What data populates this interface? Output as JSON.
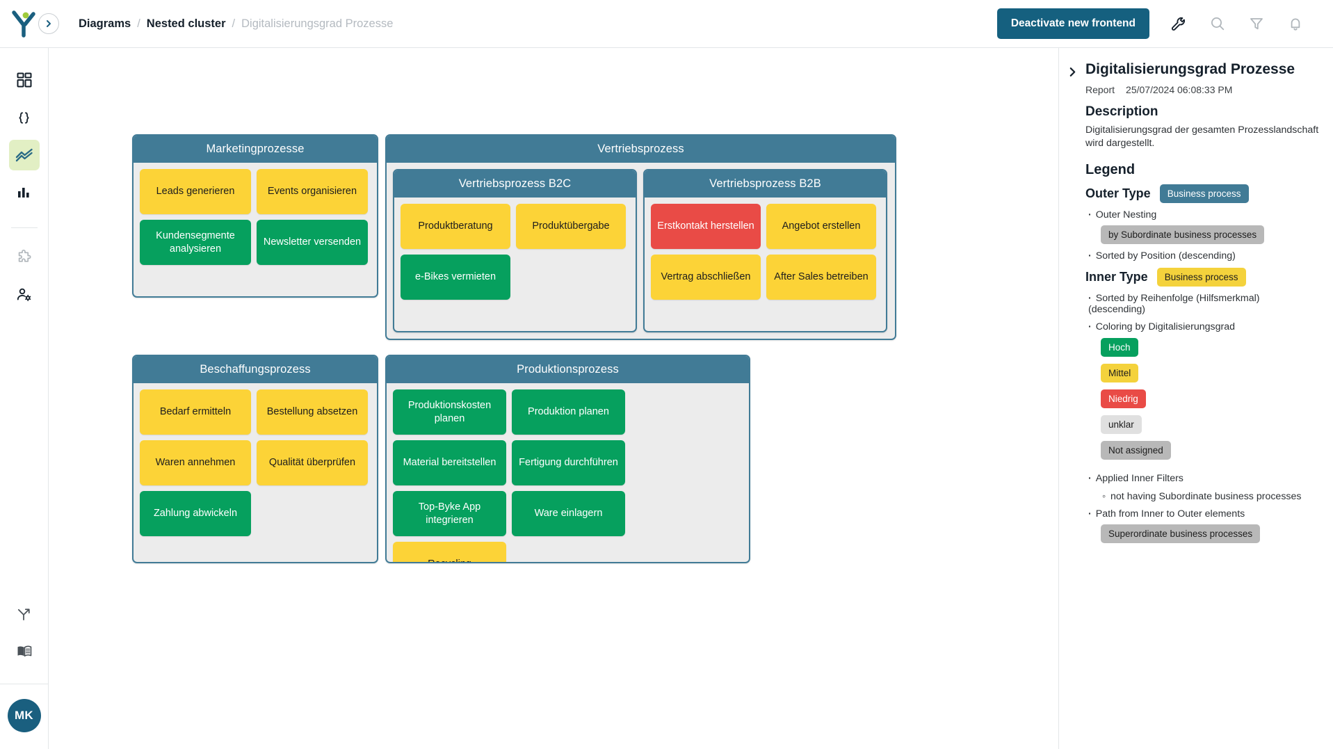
{
  "app": {
    "logo_name": "y-logo",
    "nav_toggle_icon": "chevron-right-icon"
  },
  "breadcrumb": {
    "root": "Diagrams",
    "parent": "Nested cluster",
    "current": "Digitalisierungsgrad Prozesse",
    "separator": "/"
  },
  "toolbar": {
    "primary_button": "Deactivate new frontend",
    "icons": [
      "wrench-icon",
      "search-icon",
      "filter-icon",
      "bell-icon"
    ]
  },
  "sidebar": {
    "items": [
      {
        "name": "dashboard-icon",
        "active": false
      },
      {
        "name": "code-braces-icon",
        "active": false
      },
      {
        "name": "diagram-trend-icon",
        "active": true
      },
      {
        "name": "bar-chart-icon",
        "active": false
      },
      {
        "name": "puzzle-icon",
        "active": false
      },
      {
        "name": "user-settings-icon",
        "active": false
      }
    ],
    "bottom_items": [
      {
        "name": "branch-icon"
      },
      {
        "name": "book-icon"
      }
    ],
    "avatar_initials": "MK"
  },
  "panel": {
    "collapse_icon": "chevron-right-icon",
    "title": "Digitalisierungsgrad Prozesse",
    "meta_type": "Report",
    "meta_date": "25/07/2024 06:08:33 PM",
    "description_heading": "Description",
    "description_text": "Digitalisierungsgrad der gesamten Prozesslandschaft wird dargestellt.",
    "legend_heading": "Legend",
    "outer_type_label": "Outer Type",
    "outer_type_chip": "Business process",
    "outer_nesting_label": "Outer Nesting",
    "outer_nesting_chip": "by Subordinate business processes",
    "outer_sorted": "Sorted by Position (descending)",
    "inner_type_label": "Inner Type",
    "inner_type_chip": "Business process",
    "inner_sorted": "Sorted by Reihenfolge (Hilfsmerkmal) (descending)",
    "coloring": "Coloring by Digitalisierungsgrad",
    "color_chips": [
      {
        "label": "Hoch",
        "class": "green"
      },
      {
        "label": "Mittel",
        "class": "yellow"
      },
      {
        "label": "Niedrig",
        "class": "red"
      },
      {
        "label": "unklar",
        "class": "lightgray"
      },
      {
        "label": "Not assigned",
        "class": "gray"
      }
    ],
    "applied_filters_label": "Applied Inner Filters",
    "applied_filter_item": "not having Subordinate business processes",
    "path_label": "Path from Inner to Outer elements",
    "path_chip": "Superordinate business processes"
  },
  "colors": {
    "cluster_header": "#417b96",
    "primary_button": "#15607f",
    "hoch": "#06a05e",
    "mittel": "#fcd337",
    "niedrig": "#e94b46",
    "unklar": "#e0e0e0",
    "not_assigned": "#bdbdbd",
    "accent_active": "#e2efc4"
  },
  "diagram": {
    "clusters": [
      {
        "id": "marketingprozesse",
        "title": "Marketingprozesse",
        "nodes": [
          {
            "label": "Leads generieren",
            "level": "mittel"
          },
          {
            "label": "Events organisieren",
            "level": "mittel"
          },
          {
            "label": "Kundensegmente analysieren",
            "level": "hoch"
          },
          {
            "label": "Newsletter versenden",
            "level": "hoch"
          }
        ]
      },
      {
        "id": "vertriebsprozess",
        "title": "Vertriebsprozess",
        "subclusters": [
          {
            "id": "vertriebsprozess-b2c",
            "title": "Vertriebsprozess B2C",
            "nodes": [
              {
                "label": "Produktberatung",
                "level": "mittel"
              },
              {
                "label": "Produktübergabe",
                "level": "mittel"
              },
              {
                "label": "e-Bikes vermieten",
                "level": "hoch"
              },
              {
                "label": "",
                "level": "empty"
              }
            ]
          },
          {
            "id": "vertriebsprozess-b2b",
            "title": "Vertriebsprozess B2B",
            "nodes": [
              {
                "label": "Erstkontakt herstellen",
                "level": "niedrig"
              },
              {
                "label": "Angebot erstellen",
                "level": "mittel"
              },
              {
                "label": "Vertrag abschließen",
                "level": "mittel"
              },
              {
                "label": "After Sales betreiben",
                "level": "mittel"
              }
            ]
          }
        ]
      },
      {
        "id": "beschaffungsprozess",
        "title": "Beschaffungsprozess",
        "nodes": [
          {
            "label": "Bedarf ermitteln",
            "level": "mittel"
          },
          {
            "label": "Bestellung absetzen",
            "level": "mittel"
          },
          {
            "label": "Waren annehmen",
            "level": "mittel"
          },
          {
            "label": "Qualität überprüfen",
            "level": "mittel"
          },
          {
            "label": "Zahlung abwickeln",
            "level": "hoch"
          },
          {
            "label": "",
            "level": "empty"
          }
        ]
      },
      {
        "id": "produktionsprozess",
        "title": "Produktionsprozess",
        "nodes": [
          {
            "label": "Produktionskosten planen",
            "level": "hoch"
          },
          {
            "label": "Produktion planen",
            "level": "hoch"
          },
          {
            "label": "Material bereitstellen",
            "level": "hoch"
          },
          {
            "label": "Fertigung durchführen",
            "level": "hoch"
          },
          {
            "label": "Top-Byke App integrieren",
            "level": "hoch"
          },
          {
            "label": "Ware einlagern",
            "level": "hoch"
          },
          {
            "label": "Recycling",
            "level": "mittel"
          },
          {
            "label": "",
            "level": "empty"
          },
          {
            "label": "",
            "level": "empty"
          }
        ]
      }
    ]
  }
}
